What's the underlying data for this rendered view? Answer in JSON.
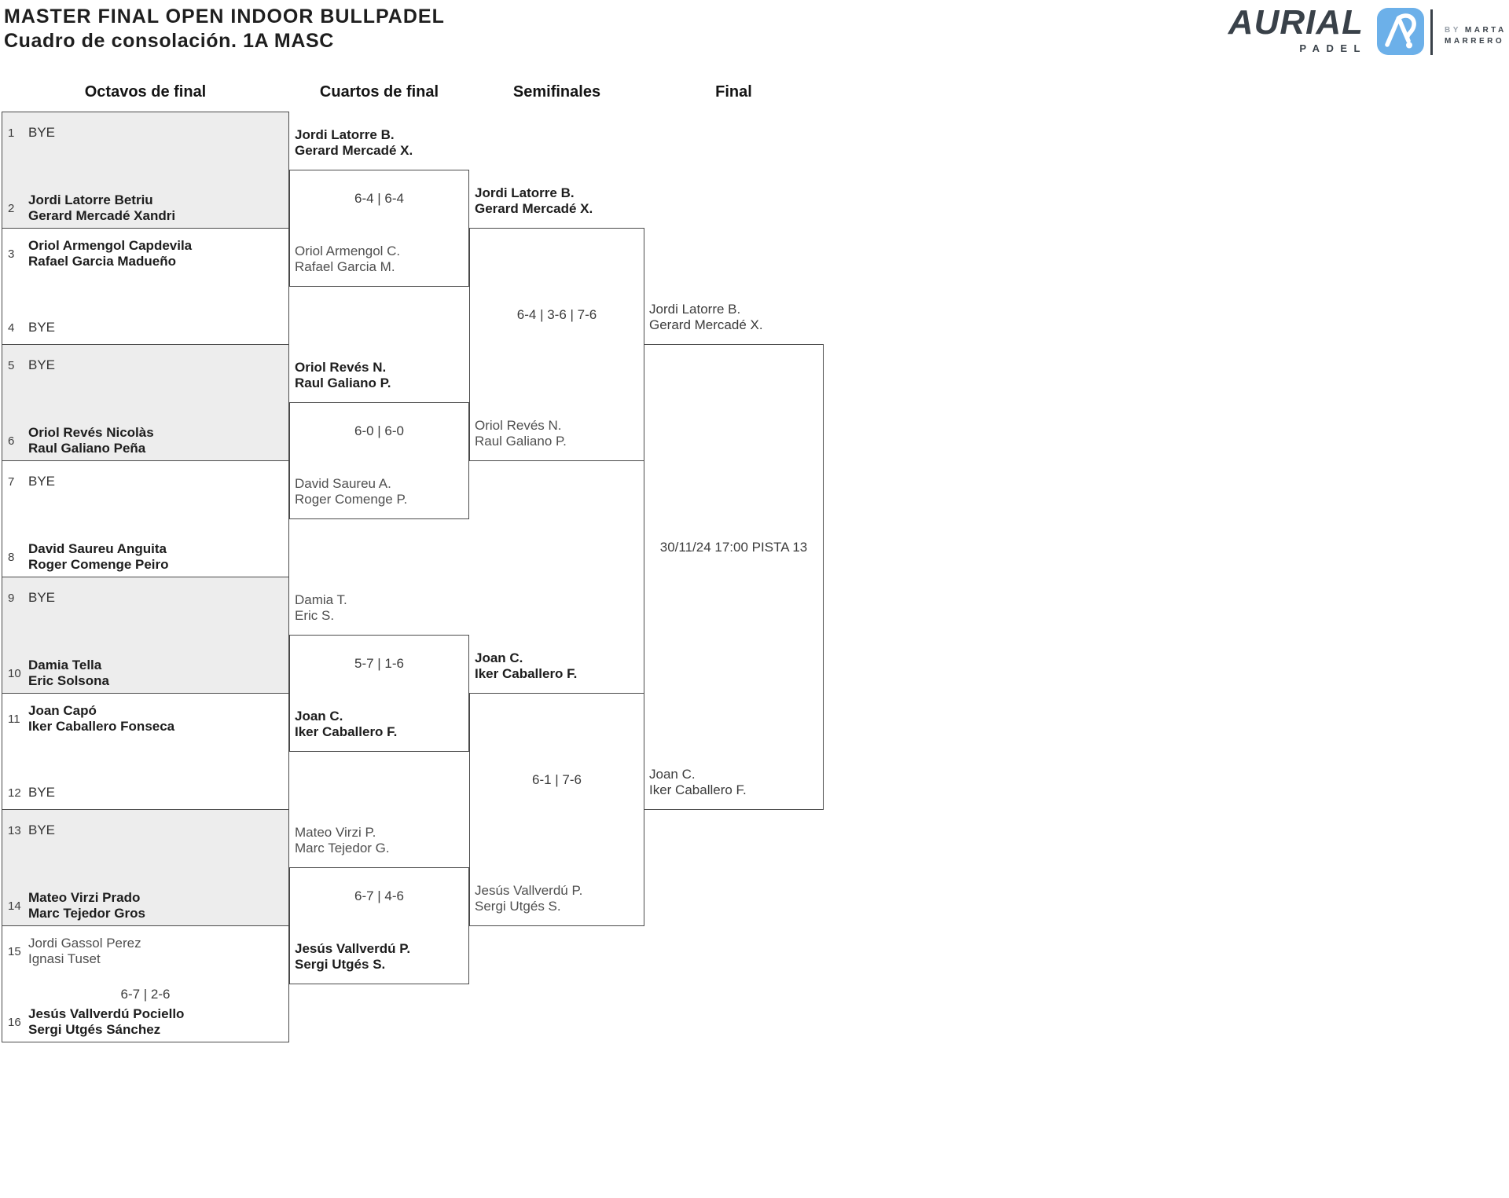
{
  "header": {
    "title": "MASTER FINAL OPEN INDOOR BULLPADEL",
    "subtitle": "Cuadro de consolación. 1A MASC"
  },
  "logo": {
    "brand": "AURIAL",
    "brand_sub": "PADEL",
    "by": "BY",
    "by_name_line1": "MARTA",
    "by_name_line2": "MARRERO",
    "badge_color": "#6cb0e9",
    "badge_icon": "aurial-monogram"
  },
  "rounds": [
    "Octavos de final",
    "Cuartos de final",
    "Semifinales",
    "Final"
  ],
  "colors": {
    "shaded_row": "#ededed",
    "winner_text": "#1d1d1d",
    "loser_text": "#4f4f4f",
    "border": "#4a4a4a",
    "background": "#ffffff"
  },
  "octavos": [
    {
      "top": {
        "seed": "1",
        "lines": [
          "BYE"
        ],
        "result": "bye"
      },
      "bottom": {
        "seed": "2",
        "lines": [
          "Jordi Latorre Betriu",
          "Gerard Mercadé Xandri"
        ],
        "result": "winner"
      },
      "score": ""
    },
    {
      "top": {
        "seed": "3",
        "lines": [
          "Oriol Armengol Capdevila",
          "Rafael Garcia Madueño"
        ],
        "result": "winner"
      },
      "bottom": {
        "seed": "4",
        "lines": [
          "BYE"
        ],
        "result": "bye"
      },
      "score": ""
    },
    {
      "top": {
        "seed": "5",
        "lines": [
          "BYE"
        ],
        "result": "bye"
      },
      "bottom": {
        "seed": "6",
        "lines": [
          "Oriol Revés Nicolàs",
          "Raul Galiano Peña"
        ],
        "result": "winner"
      },
      "score": ""
    },
    {
      "top": {
        "seed": "7",
        "lines": [
          "BYE"
        ],
        "result": "bye"
      },
      "bottom": {
        "seed": "8",
        "lines": [
          "David Saureu Anguita",
          "Roger Comenge Peiro"
        ],
        "result": "winner"
      },
      "score": ""
    },
    {
      "top": {
        "seed": "9",
        "lines": [
          "BYE"
        ],
        "result": "bye"
      },
      "bottom": {
        "seed": "10",
        "lines": [
          "Damia Tella",
          "Eric Solsona"
        ],
        "result": "winner"
      },
      "score": ""
    },
    {
      "top": {
        "seed": "11",
        "lines": [
          "Joan Capó",
          "Iker Caballero Fonseca"
        ],
        "result": "winner"
      },
      "bottom": {
        "seed": "12",
        "lines": [
          "BYE"
        ],
        "result": "bye"
      },
      "score": ""
    },
    {
      "top": {
        "seed": "13",
        "lines": [
          "BYE"
        ],
        "result": "bye"
      },
      "bottom": {
        "seed": "14",
        "lines": [
          "Mateo Virzi Prado",
          "Marc Tejedor Gros"
        ],
        "result": "winner"
      },
      "score": ""
    },
    {
      "top": {
        "seed": "15",
        "lines": [
          "Jordi Gassol Perez",
          "Ignasi Tuset"
        ],
        "result": "loser"
      },
      "bottom": {
        "seed": "16",
        "lines": [
          "Jesús Vallverdú Pociello",
          "Sergi Utgés Sánchez"
        ],
        "result": "winner"
      },
      "score": "6-7 | 2-6"
    }
  ],
  "cuartos": [
    {
      "top": {
        "lines": [
          "Jordi Latorre B.",
          "Gerard Mercadé X."
        ],
        "result": "winner"
      },
      "bottom": {
        "lines": [
          "Oriol Armengol C.",
          "Rafael Garcia M."
        ],
        "result": "loser"
      },
      "score": "6-4 | 6-4"
    },
    {
      "top": {
        "lines": [
          "Oriol Revés N.",
          "Raul Galiano P."
        ],
        "result": "winner"
      },
      "bottom": {
        "lines": [
          "David Saureu A.",
          "Roger Comenge P."
        ],
        "result": "loser"
      },
      "score": "6-0 | 6-0"
    },
    {
      "top": {
        "lines": [
          "Damia T.",
          "Eric S."
        ],
        "result": "loser"
      },
      "bottom": {
        "lines": [
          "Joan C.",
          "Iker Caballero F."
        ],
        "result": "winner"
      },
      "score": "5-7 | 1-6"
    },
    {
      "top": {
        "lines": [
          "Mateo Virzi P.",
          "Marc Tejedor G."
        ],
        "result": "loser"
      },
      "bottom": {
        "lines": [
          "Jesús Vallverdú P.",
          "Sergi Utgés S."
        ],
        "result": "winner"
      },
      "score": "6-7 | 4-6"
    }
  ],
  "semifinales": [
    {
      "top": {
        "lines": [
          "Jordi Latorre B.",
          "Gerard Mercadé X."
        ],
        "result": "winner"
      },
      "bottom": {
        "lines": [
          "Oriol Revés N.",
          "Raul Galiano P."
        ],
        "result": "loser"
      },
      "score": "6-4 | 3-6 | 7-6"
    },
    {
      "top": {
        "lines": [
          "Joan C.",
          "Iker Caballero F."
        ],
        "result": "winner"
      },
      "bottom": {
        "lines": [
          "Jesús Vallverdú P.",
          "Sergi Utgés S."
        ],
        "result": "loser"
      },
      "score": "6-1 | 7-6"
    }
  ],
  "final": {
    "top": {
      "lines": [
        "Jordi Latorre B.",
        "Gerard Mercadé X."
      ],
      "result": "pending"
    },
    "bottom": {
      "lines": [
        "Joan C.",
        "Iker Caballero F."
      ],
      "result": "pending"
    },
    "schedule": "30/11/24 17:00 PISTA 13"
  }
}
